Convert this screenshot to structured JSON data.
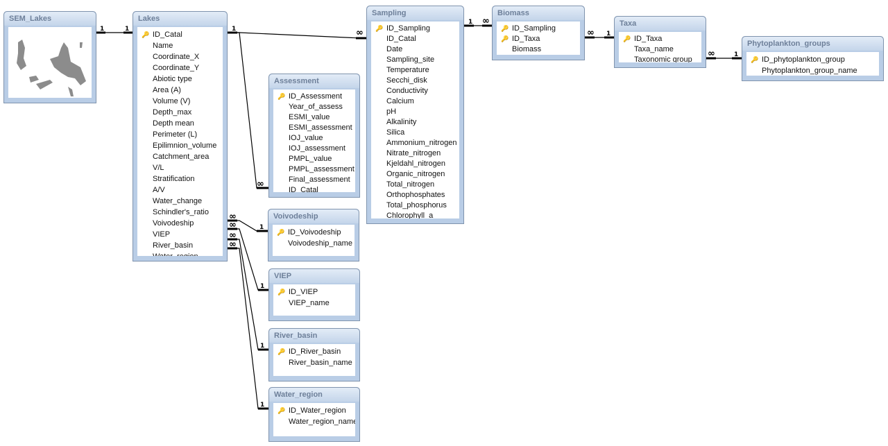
{
  "tables": {
    "sem_lakes": {
      "title": "SEM_Lakes",
      "fields": []
    },
    "lakes": {
      "title": "Lakes",
      "fields": [
        "ID_Catal",
        "Name",
        "Coordinate_X",
        "Coordinate_Y",
        "Abiotic type",
        "Area (A)",
        "Volume (V)",
        "Depth_max",
        "Depth  mean",
        "Perimeter (L)",
        "Epilimnion_volume",
        "Catchment_area",
        "V/L",
        "Stratification",
        "A/V",
        "Water_change",
        "Schindler's_ratio",
        "Voivodeship",
        "VIEP",
        "River_basin",
        "Water_region"
      ],
      "keys": [
        0
      ]
    },
    "assessment": {
      "title": "Assessment",
      "fields": [
        "ID_Assessment",
        "Year_of_assess",
        "ESMI_value",
        "ESMI_assessment",
        "IOJ_value",
        "IOJ_assessment",
        "PMPL_value",
        "PMPL_assessment",
        "Final_assessment",
        "ID_Catal"
      ],
      "keys": [
        0
      ]
    },
    "voivodeship": {
      "title": "Voivodeship",
      "fields": [
        "ID_Voivodeship",
        "Voivodeship_name"
      ],
      "keys": [
        0
      ]
    },
    "viep": {
      "title": "VIEP",
      "fields": [
        "ID_VIEP",
        "VIEP_name"
      ],
      "keys": [
        0
      ]
    },
    "river_basin": {
      "title": "River_basin",
      "fields": [
        "ID_River_basin",
        "River_basin_name"
      ],
      "keys": [
        0
      ]
    },
    "water_region": {
      "title": "Water_region",
      "fields": [
        "ID_Water_region",
        "Water_region_name"
      ],
      "keys": [
        0
      ]
    },
    "sampling": {
      "title": "Sampling",
      "fields": [
        "ID_Sampling",
        "ID_Catal",
        "Date",
        "Sampling_site",
        "Temperature",
        "Secchi_disk",
        "Conductivity",
        "Calcium",
        "pH",
        "Alkalinity",
        "Silica",
        "Ammonium_nitrogen",
        "Nitrate_nitrogen",
        "Kjeldahl_nitrogen",
        "Organic_nitrogen",
        "Total_nitrogen",
        "Orthophosphates",
        "Total_phosphorus",
        "Chlorophyll_a"
      ],
      "keys": [
        0
      ]
    },
    "biomass": {
      "title": "Biomass",
      "fields": [
        "ID_Sampling",
        "ID_Taxa",
        "Biomass"
      ],
      "keys": [
        0,
        1
      ]
    },
    "taxa": {
      "title": "Taxa",
      "fields": [
        "ID_Taxa",
        "Taxa_name",
        "Taxonomic group"
      ],
      "keys": [
        0
      ]
    },
    "phytoplankton_groups": {
      "title": "Phytoplankton_groups",
      "fields": [
        "ID_phytoplankton_group",
        "Phytoplankton_group_name"
      ],
      "keys": [
        0
      ]
    }
  },
  "relationship_labels": {
    "one": "1",
    "many": "∞"
  },
  "colors": {
    "header": "#c4d5ea",
    "title_text": "#6d7f99",
    "frame": "#b9cde6"
  }
}
